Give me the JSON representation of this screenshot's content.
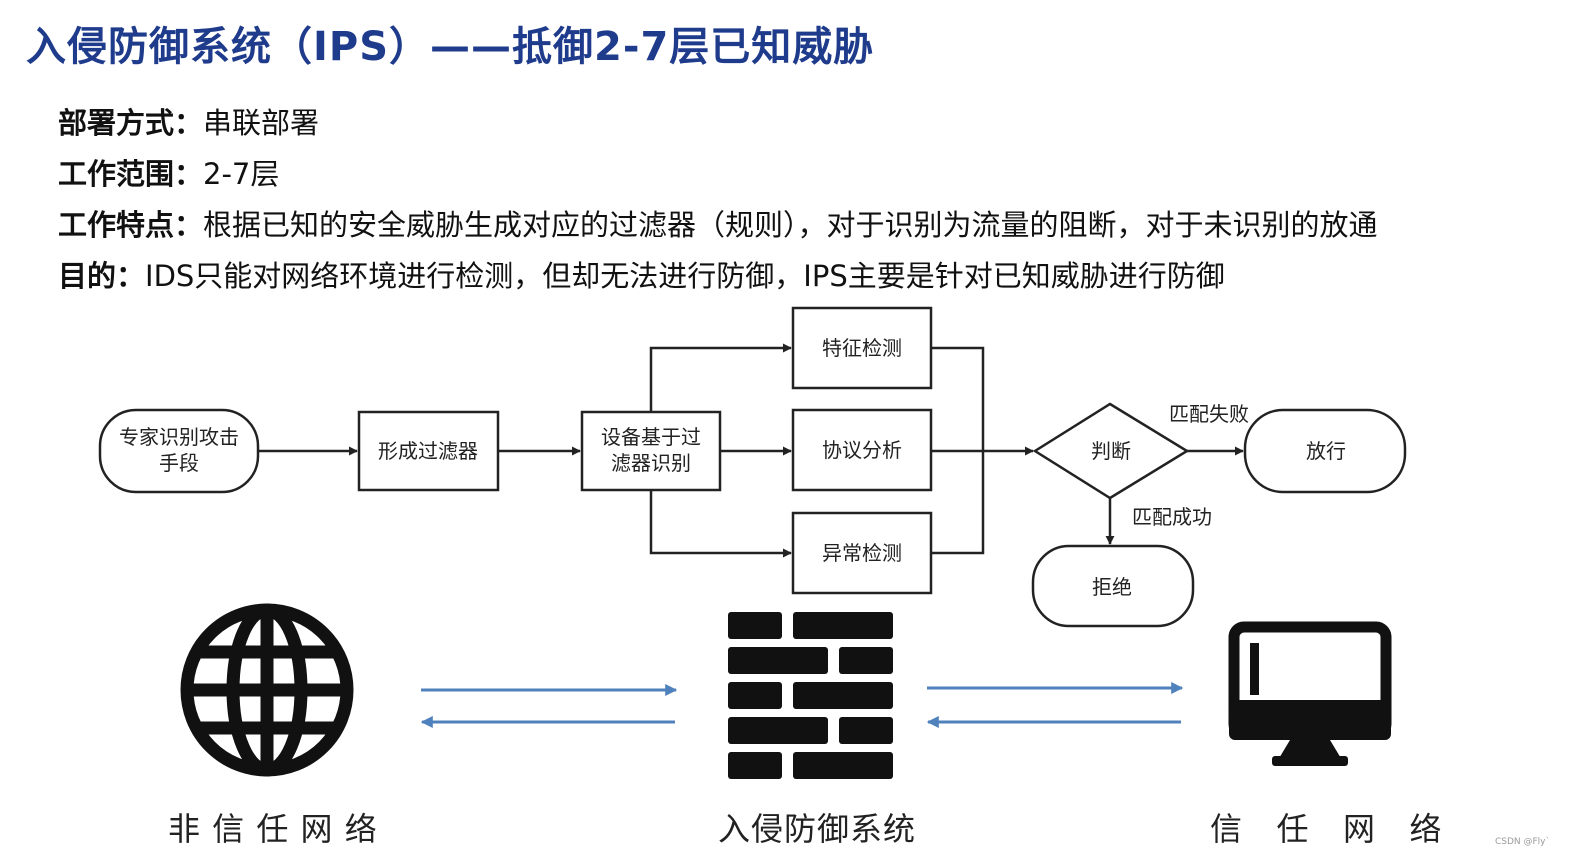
{
  "title": "入侵防御系统（IPS）——抵御2-7层已知威胁",
  "info": [
    {
      "label": "部署方式：",
      "value": "串联部署"
    },
    {
      "label": "工作范围：",
      "value": "2-7层"
    },
    {
      "label": "工作特点：",
      "value": "根据已知的安全威胁生成对应的过滤器（规则），对于识别为流量的阻断，对于未识别的放通"
    },
    {
      "label": "目的：",
      "value": "IDS只能对网络环境进行检测，但却无法进行防御，IPS主要是针对已知威胁进行防御"
    }
  ],
  "flow": {
    "expert_line1": "专家识别攻击",
    "expert_line2": "手段",
    "filter": "形成过滤器",
    "device_line1": "设备基于过",
    "device_line2": "滤器识别",
    "sig": "特征检测",
    "proto": "协议分析",
    "anomaly": "异常检测",
    "judge": "判断",
    "fail": "匹配失败",
    "pass": "放行",
    "success": "匹配成功",
    "reject": "拒绝"
  },
  "network": {
    "untrusted": "非 信 任 网 络",
    "ips": "入侵防御系统",
    "trusted": "信   任   网   络"
  },
  "watermark": "CSDN @Fly`",
  "colors": {
    "title": "#1f3b8c",
    "arrow": "#4f81bd"
  }
}
